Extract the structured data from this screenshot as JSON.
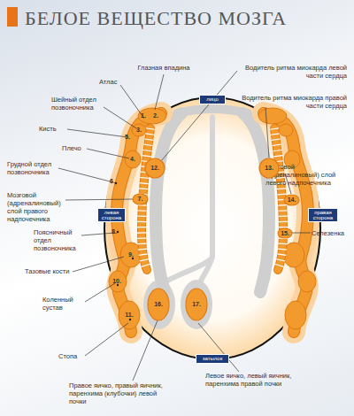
{
  "diagram": {
    "title": "БЕЛОЕ ВЕЩЕСТВО МОЗГА",
    "nodes": [
      {
        "text": [
          "лицо"
        ]
      },
      {
        "text": [
          "12."
        ]
      },
      {
        "text": [
          "13."
        ]
      },
      {
        "text": [
          "7."
        ]
      },
      {
        "text": [
          "14."
        ]
      },
      {
        "text": [
          "левая сторона"
        ]
      },
      {
        "text": [
          "правая сторона"
        ]
      },
      {
        "text": [
          "15."
        ]
      },
      {
        "text": [
          "16."
        ]
      },
      {
        "text": [
          "17."
        ]
      },
      {
        "text": [
          "затылок"
        ]
      }
    ],
    "labels": [
      "Глазная впадина",
      "Водитель ритма миокарда левой части сердца",
      "Атлас",
      "Шейный отдел позвоночника",
      "Водитель ритма миокарда правой части сердца",
      "1.",
      "2.",
      "Кисть",
      "3.",
      "5.",
      "Плечо",
      "4.",
      "Грудной отдел позвоночника",
      "Мозговой (адреналиновый) слой левого надпочечника",
      "6.",
      "Мозговой (адреналиновый) слой правого надпочечника",
      "Поясничный отдел позвоночника",
      "8.",
      "Селезенка",
      "9.",
      "Тазовые кости",
      "10.",
      "Коленный сустав",
      "11.",
      "Стопа",
      "Левое яичко, левый яичник, паренхима правой почки",
      "Правое яичко, правый яичник, паренхима (клубочки) левой почки"
    ]
  }
}
